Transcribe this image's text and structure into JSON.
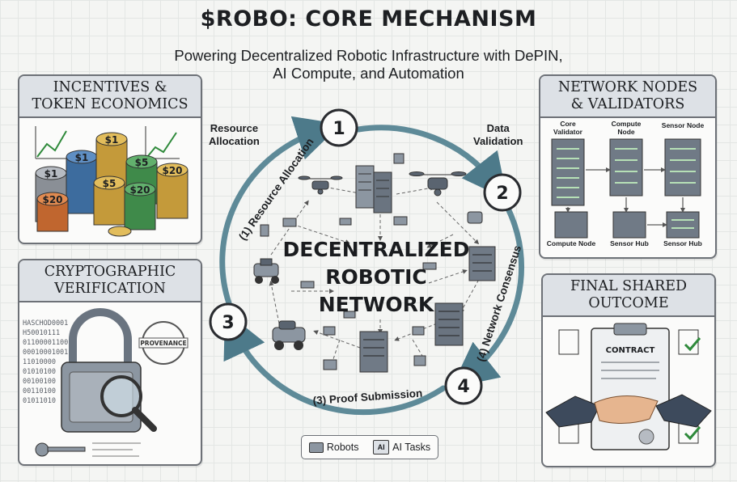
{
  "header": {
    "title": "$ROBO: CORE MECHANISM",
    "subtitle_line1": "Powering Decentralized Robotic Infrastructure with DePIN,",
    "subtitle_line2": "AI Compute, and Automation"
  },
  "center": {
    "line1": "DECENTRALIZED",
    "line2": "ROBOTIC",
    "line3": "NETWORK"
  },
  "cycle": {
    "step1": {
      "number": "1",
      "label_line1": "Resource",
      "label_line2": "Allocation",
      "arc_label": "(1) Resource Allocation"
    },
    "step2": {
      "number": "2",
      "label_line1": "Data",
      "label_line2": "Validation"
    },
    "step3": {
      "number": "3",
      "arc_label": "(3) Proof Submission"
    },
    "step4": {
      "number": "4",
      "arc_label": "(4) Network Consensus"
    }
  },
  "panels": {
    "incentives": {
      "title_line1": "INCENTIVES &",
      "title_line2": "TOKEN ECONOMICS",
      "coin_labels": [
        "$1",
        "$1",
        "$1",
        "$5",
        "$5",
        "$20",
        "$20",
        "$20"
      ]
    },
    "crypto": {
      "title_line1": "CRYPTOGRAPHIC",
      "title_line2": "VERIFICATION",
      "stamp": "PROVENANCE",
      "code_lines": [
        "HASCHOD0001",
        "H50010111",
        "01100001100",
        "00010001001",
        "11010000",
        "01010100",
        "00100100",
        "00110100",
        "01011010"
      ]
    },
    "nodes": {
      "title_line1": "NETWORK NODES",
      "title_line2": "& VALIDATORS",
      "node_labels": [
        "Core Validator",
        "Compute Node",
        "Sensor Node",
        "Compute Node",
        "Sensor Hub",
        "Sensor Hub"
      ],
      "core_label_line1": "Core",
      "core_label_line2": "Validator",
      "compute_label_line1": "Compute",
      "compute_label_line2": "Node"
    },
    "outcome": {
      "title_line1": "FINAL SHARED",
      "title_line2": "OUTCOME",
      "contract": "CONTRACT"
    }
  },
  "legend": {
    "robots": "Robots",
    "ai_tasks": "AI Tasks",
    "ai_badge": "AI"
  },
  "colors": {
    "arrow": "#4d7a8a",
    "panel_border": "#6d7177",
    "panel_head": "#dde1e6",
    "check": "#2f8a3b",
    "server": "#5a6470"
  }
}
